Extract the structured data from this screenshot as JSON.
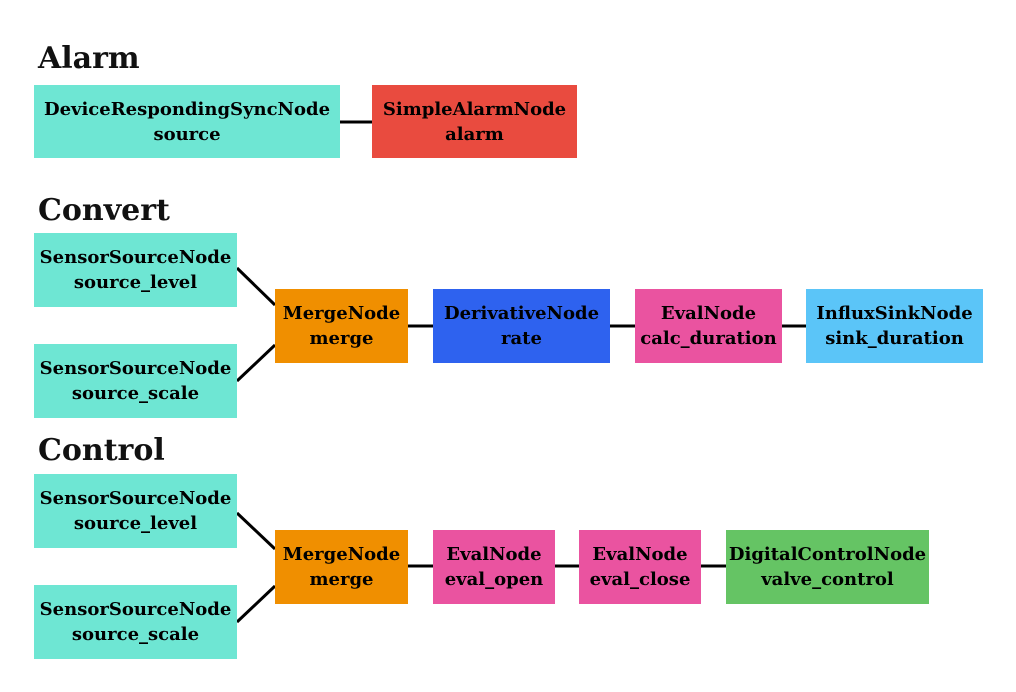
{
  "colors": {
    "source": "#6ee6d3",
    "alarm": "#e94b3f",
    "merge": "#f08f00",
    "derivative": "#2e62ef",
    "eval": "#ea53a0",
    "sink": "#5bc5f8",
    "control": "#65c464",
    "edge": "#000000"
  },
  "sections": {
    "alarm": {
      "title": "Alarm",
      "nodes": {
        "source": {
          "type": "DeviceRespondingSyncNode",
          "name": "source"
        },
        "alarm": {
          "type": "SimpleAlarmNode",
          "name": "alarm"
        }
      }
    },
    "convert": {
      "title": "Convert",
      "nodes": {
        "source_level": {
          "type": "SensorSourceNode",
          "name": "source_level"
        },
        "source_scale": {
          "type": "SensorSourceNode",
          "name": "source_scale"
        },
        "merge": {
          "type": "MergeNode",
          "name": "merge"
        },
        "rate": {
          "type": "DerivativeNode",
          "name": "rate"
        },
        "calc_duration": {
          "type": "EvalNode",
          "name": "calc_duration"
        },
        "sink_duration": {
          "type": "InfluxSinkNode",
          "name": "sink_duration"
        }
      }
    },
    "control": {
      "title": "Control",
      "nodes": {
        "source_level": {
          "type": "SensorSourceNode",
          "name": "source_level"
        },
        "source_scale": {
          "type": "SensorSourceNode",
          "name": "source_scale"
        },
        "merge": {
          "type": "MergeNode",
          "name": "merge"
        },
        "eval_open": {
          "type": "EvalNode",
          "name": "eval_open"
        },
        "eval_close": {
          "type": "EvalNode",
          "name": "eval_close"
        },
        "valve_control": {
          "type": "DigitalControlNode",
          "name": "valve_control"
        }
      }
    }
  }
}
